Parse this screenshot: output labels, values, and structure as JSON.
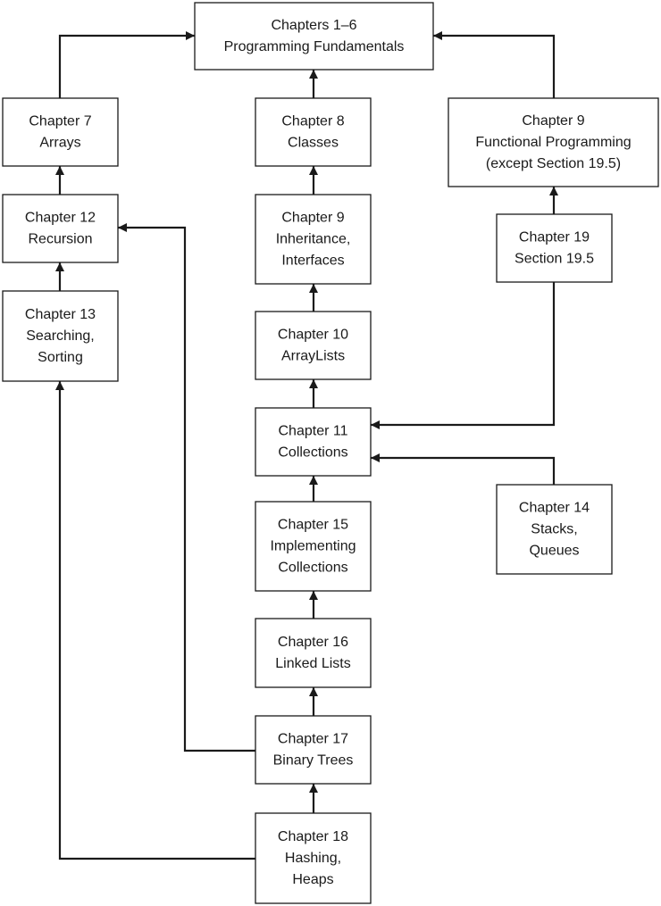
{
  "nodes": [
    {
      "id": "ch1_6",
      "lines": [
        "Chapters 1–6",
        "Programming Fundamentals"
      ]
    },
    {
      "id": "ch7",
      "lines": [
        "Chapter 7",
        "Arrays"
      ]
    },
    {
      "id": "ch8",
      "lines": [
        "Chapter 8",
        "Classes"
      ]
    },
    {
      "id": "ch9fp",
      "lines": [
        "Chapter 9",
        "Functional Programming",
        "(except Section 19.5)"
      ]
    },
    {
      "id": "ch12",
      "lines": [
        "Chapter 12",
        "Recursion"
      ]
    },
    {
      "id": "ch9ii",
      "lines": [
        "Chapter 9",
        "Inheritance,",
        "Interfaces"
      ]
    },
    {
      "id": "ch19",
      "lines": [
        "Chapter 19",
        "Section 19.5"
      ]
    },
    {
      "id": "ch13",
      "lines": [
        "Chapter 13",
        "Searching,",
        "Sorting"
      ]
    },
    {
      "id": "ch10",
      "lines": [
        "Chapter 10",
        "ArrayLists"
      ]
    },
    {
      "id": "ch11",
      "lines": [
        "Chapter 11",
        "Collections"
      ]
    },
    {
      "id": "ch14",
      "lines": [
        "Chapter 14",
        "Stacks,",
        "Queues"
      ]
    },
    {
      "id": "ch15",
      "lines": [
        "Chapter 15",
        "Implementing",
        "Collections"
      ]
    },
    {
      "id": "ch16",
      "lines": [
        "Chapter 16",
        "Linked Lists"
      ]
    },
    {
      "id": "ch17",
      "lines": [
        "Chapter 17",
        "Binary Trees"
      ]
    },
    {
      "id": "ch18",
      "lines": [
        "Chapter 18",
        "Hashing,",
        "Heaps"
      ]
    }
  ],
  "edges": [
    {
      "from": "ch7",
      "to": "ch1_6"
    },
    {
      "from": "ch8",
      "to": "ch1_6"
    },
    {
      "from": "ch9fp",
      "to": "ch1_6"
    },
    {
      "from": "ch12",
      "to": "ch7"
    },
    {
      "from": "ch9ii",
      "to": "ch8"
    },
    {
      "from": "ch19",
      "to": "ch9fp"
    },
    {
      "from": "ch13",
      "to": "ch12"
    },
    {
      "from": "ch10",
      "to": "ch9ii"
    },
    {
      "from": "ch11",
      "to": "ch10"
    },
    {
      "from": "ch19",
      "to": "ch11"
    },
    {
      "from": "ch14",
      "to": "ch11"
    },
    {
      "from": "ch15",
      "to": "ch11"
    },
    {
      "from": "ch16",
      "to": "ch15"
    },
    {
      "from": "ch17",
      "to": "ch16"
    },
    {
      "from": "ch17",
      "to": "ch12"
    },
    {
      "from": "ch18",
      "to": "ch17"
    },
    {
      "from": "ch18",
      "to": "ch13"
    }
  ],
  "colors": {
    "line": "#1a1a1a",
    "box_fill": "#ffffff"
  }
}
